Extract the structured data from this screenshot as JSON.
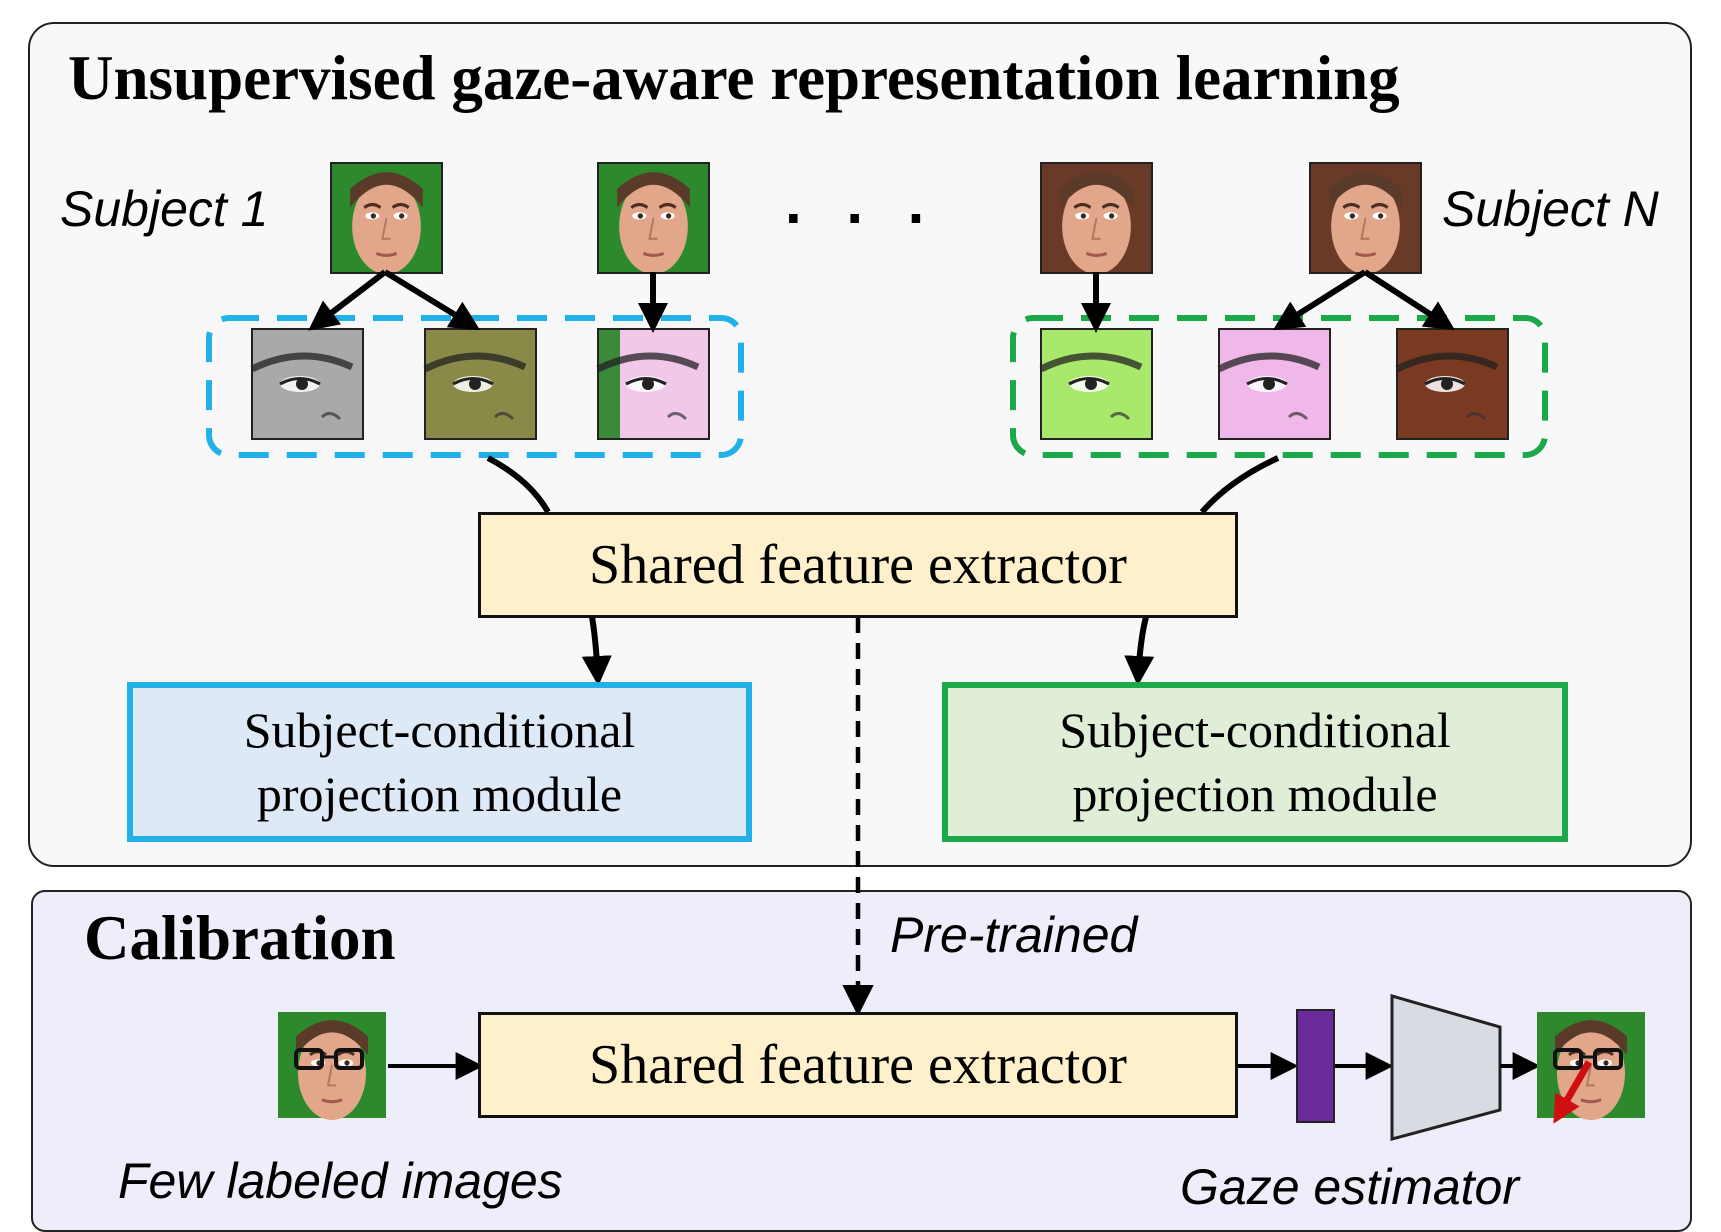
{
  "title": "Unsupervised gaze-aware representation learning",
  "subject_first": "Subject 1",
  "subject_last": "Subject N",
  "ellipsis": ". . .",
  "shared_extractor_top": "Shared feature extractor",
  "projection_left": {
    "line1": "Subject-conditional",
    "line2": "projection module"
  },
  "projection_right": {
    "line1": "Subject-conditional",
    "line2": "projection module"
  },
  "calibration_title": "Calibration",
  "pretrained_label": "Pre-trained",
  "shared_extractor_bottom": "Shared feature extractor",
  "few_labeled_label": "Few labeled images",
  "gaze_estimator_label": "Gaze estimator",
  "colors": {
    "subject1_group": "#21b0e8",
    "subjectN_group": "#1aa84a",
    "extractor_fill": "#fdf0cb",
    "embedding_bar": "#6a2a9c",
    "estimator_fill": "#d8dce2",
    "gaze_arrow": "#d01010"
  }
}
